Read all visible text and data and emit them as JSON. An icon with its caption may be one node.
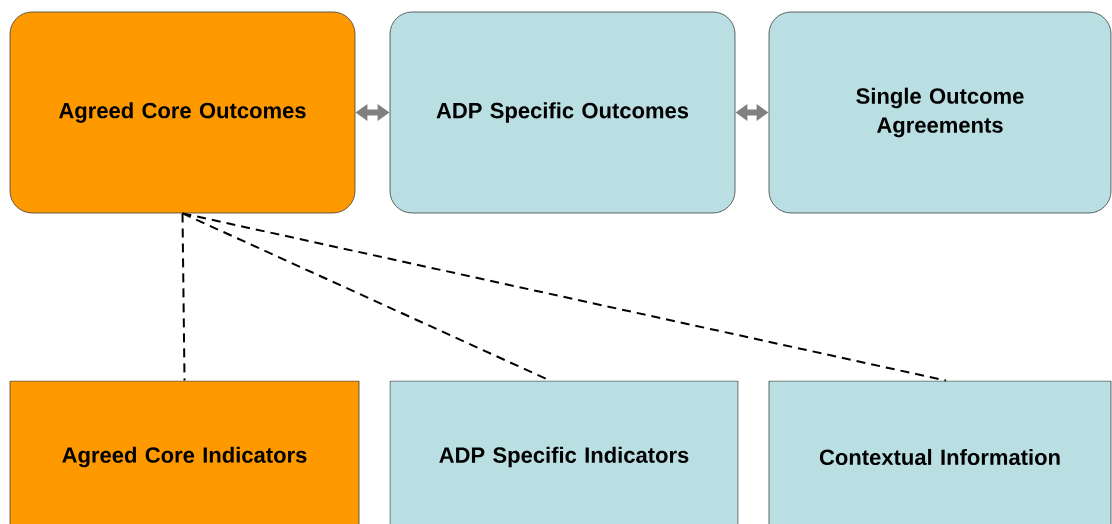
{
  "diagram": {
    "nodes": [
      {
        "text": [
          "Agreed Core Outcomes"
        ]
      },
      {
        "text": [
          "ADP Specific Outcomes"
        ]
      },
      {
        "text": [
          "Single Outcome Agreements"
        ]
      },
      {
        "text": [
          "Agreed Core Indicators"
        ]
      },
      {
        "text": [
          "ADP Specific Indicators"
        ]
      },
      {
        "text": [
          "Contextual Information"
        ]
      }
    ],
    "edges": [
      {
        "from": 0,
        "to": 1,
        "arrow": "both",
        "style": "thick",
        "color": "#808080"
      },
      {
        "from": 1,
        "to": 2,
        "arrow": "both",
        "style": "thick",
        "color": "#808080"
      },
      {
        "from": 0,
        "to": 3,
        "arrow": "none",
        "style": "dashed"
      },
      {
        "from": 0,
        "to": 4,
        "arrow": "none",
        "style": "dashed"
      },
      {
        "from": 0,
        "to": 5,
        "arrow": "none",
        "style": "dashed"
      }
    ]
  }
}
